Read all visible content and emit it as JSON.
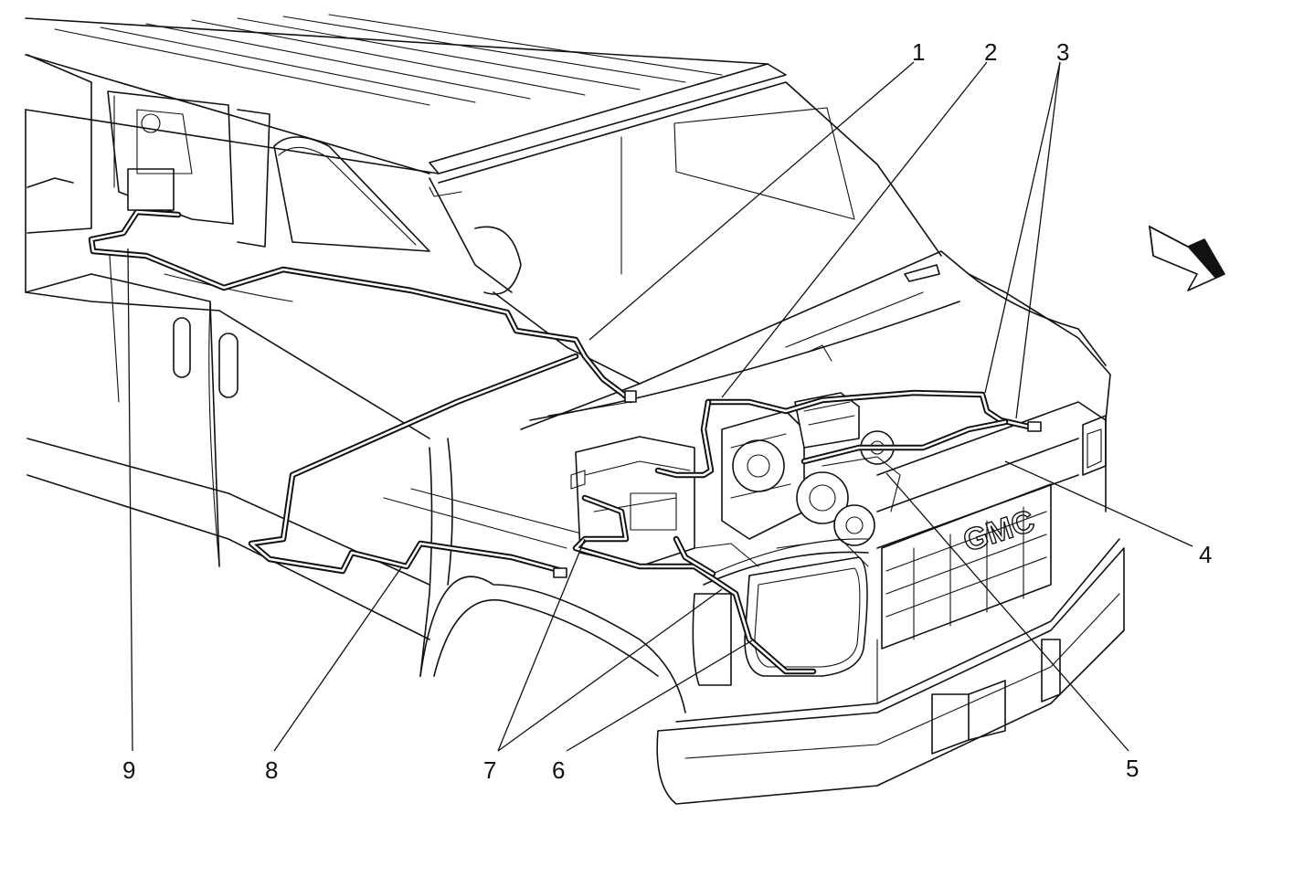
{
  "callouts": [
    {
      "id": "1",
      "label": "1"
    },
    {
      "id": "2",
      "label": "2"
    },
    {
      "id": "3",
      "label": "3"
    },
    {
      "id": "4",
      "label": "4"
    },
    {
      "id": "5",
      "label": "5"
    },
    {
      "id": "6",
      "label": "6"
    },
    {
      "id": "7",
      "label": "7"
    },
    {
      "id": "8",
      "label": "8"
    },
    {
      "id": "9",
      "label": "9"
    }
  ],
  "grille_emblem": "GMC",
  "icons": {
    "direction": "forward-arrow-icon"
  }
}
